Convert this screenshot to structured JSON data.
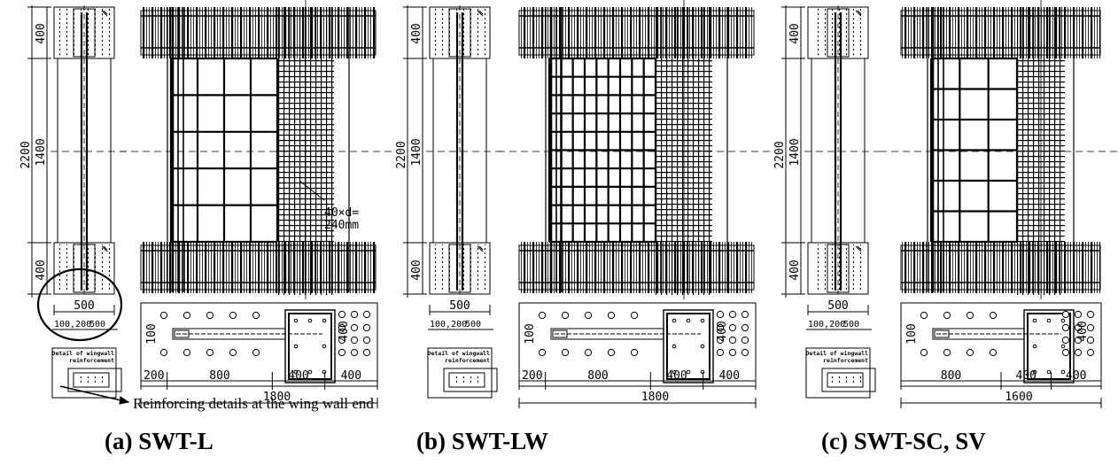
{
  "captions": [
    "(a) SWT-L",
    "(b) SWT-LW",
    "(c) SWT-SC, SV"
  ],
  "vertical_dims": {
    "total": "2200",
    "middle": "1400",
    "flange": "400"
  },
  "section_width": "500",
  "flange_subdims": [
    "100,200",
    "500"
  ],
  "wingwall_detail_label": [
    "Detail of wingwall",
    "reinforcement"
  ],
  "anchorage_note": [
    "40×d=",
    "240mm"
  ],
  "plan_dims_ab": {
    "wing_end": "200",
    "wing": "800",
    "column": "400",
    "flange": "400",
    "total": "1800"
  },
  "plan_dims_c": {
    "wing": "800",
    "column": "400",
    "flange": "400",
    "total": "1600"
  },
  "plan_section": {
    "left": "100",
    "right": "400"
  },
  "wall_end_note": "Reinforcing details at the wing wall end"
}
